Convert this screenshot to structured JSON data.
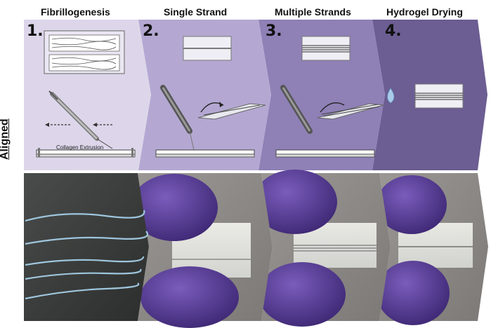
{
  "headers": [
    "Fibrillogenesis",
    "Single Strand",
    "Multiple Strands",
    "Hydrogel Drying"
  ],
  "steps": [
    "1.",
    "2.",
    "3.",
    "4."
  ],
  "side_label": "Aligned",
  "extrusion_label": "Collagen Extrusion",
  "colors": {
    "panel1": "#ddd6ea",
    "panel2": "#b4a8d2",
    "panel3": "#8f80b6",
    "panel4": "#6c5d92",
    "glove": "#5b3f9c",
    "bench": "#8d8a87"
  }
}
